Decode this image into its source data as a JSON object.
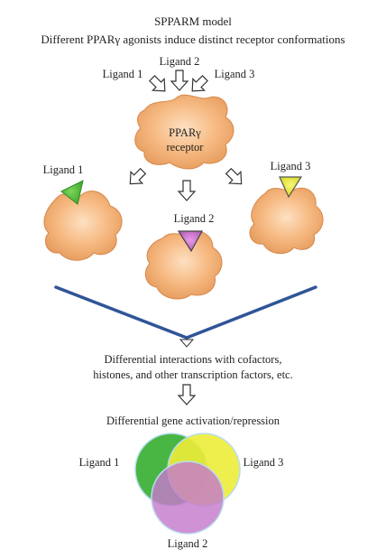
{
  "header": {
    "title": "SPPARM model",
    "subtitle": "Different PPARγ agonists induce distinct receptor conformations"
  },
  "ligands": {
    "l1": "Ligand 1",
    "l2": "Ligand 2",
    "l3": "Ligand 3"
  },
  "receptor": {
    "line1": "PPARγ",
    "line2": "receptor"
  },
  "steps": {
    "interactions_line1": "Differential interactions with cofactors,",
    "interactions_line2": "histones, and other transcription factors, etc.",
    "gene_activation": "Differential gene activation/repression"
  },
  "venn": {
    "left_label": "Ligand 1",
    "right_label": "Ligand 3",
    "bottom_label": "Ligand 2"
  },
  "colors": {
    "protein": "#f3b27a",
    "protein_edge": "#d98a4e",
    "ligand1": "#2fae3a",
    "ligand2": "#c46bc9",
    "ligand3": "#e6e62a",
    "funnel": "#2f5597"
  }
}
